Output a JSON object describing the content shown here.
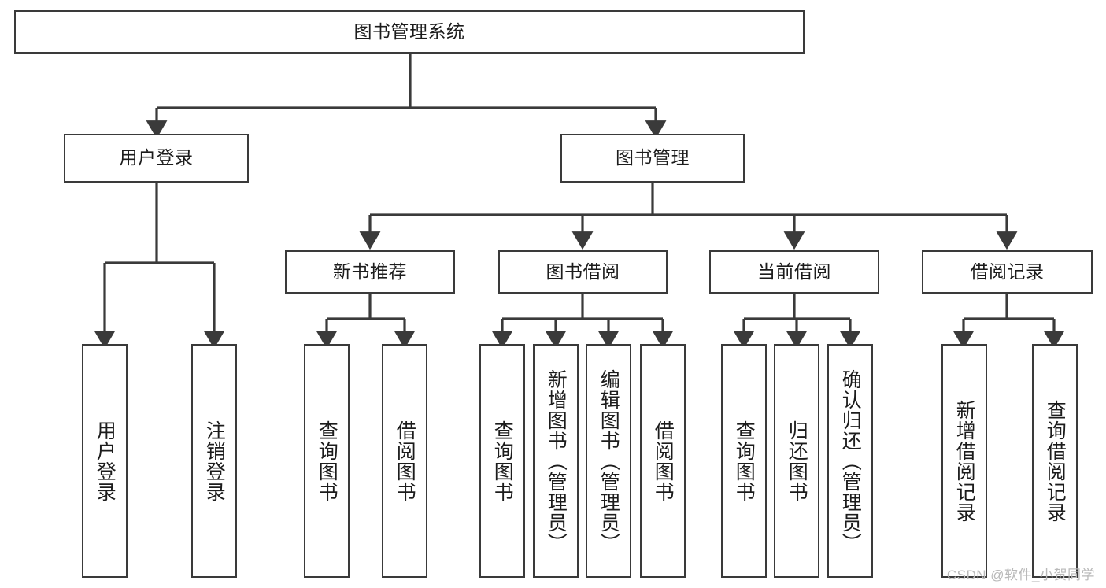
{
  "diagram": {
    "type": "tree",
    "title": "图书管理系统",
    "watermark": "CSDN @软件_小贺同学",
    "colors": {
      "box_border": "#3a3a3a",
      "box_fill": "#ffffff",
      "line": "#3a3a3a",
      "text": "#1c1c1c",
      "watermark": "#b9b9b9"
    },
    "nodes": {
      "root": {
        "label": "图书管理系统"
      },
      "level1": [
        {
          "label": "用户登录"
        },
        {
          "label": "图书管理"
        }
      ],
      "level2": [
        {
          "label": "新书推荐"
        },
        {
          "label": "图书借阅"
        },
        {
          "label": "当前借阅"
        },
        {
          "label": "借阅记录"
        }
      ],
      "leaves": {
        "user_login": [
          {
            "label": "用户登录"
          },
          {
            "label": "注销登录"
          }
        ],
        "new_book_recommend": [
          {
            "label": "查询图书"
          },
          {
            "label": "借阅图书"
          }
        ],
        "book_borrow": [
          {
            "label": "查询图书"
          },
          {
            "label": "新增图书（管理员）"
          },
          {
            "label": "编辑图书（管理员）"
          },
          {
            "label": "借阅图书"
          }
        ],
        "current_borrow": [
          {
            "label": "查询图书"
          },
          {
            "label": "归还图书"
          },
          {
            "label": "确认归还（管理员）"
          }
        ],
        "borrow_record": [
          {
            "label": "新增借阅记录"
          },
          {
            "label": "查询借阅记录"
          }
        ]
      }
    }
  }
}
